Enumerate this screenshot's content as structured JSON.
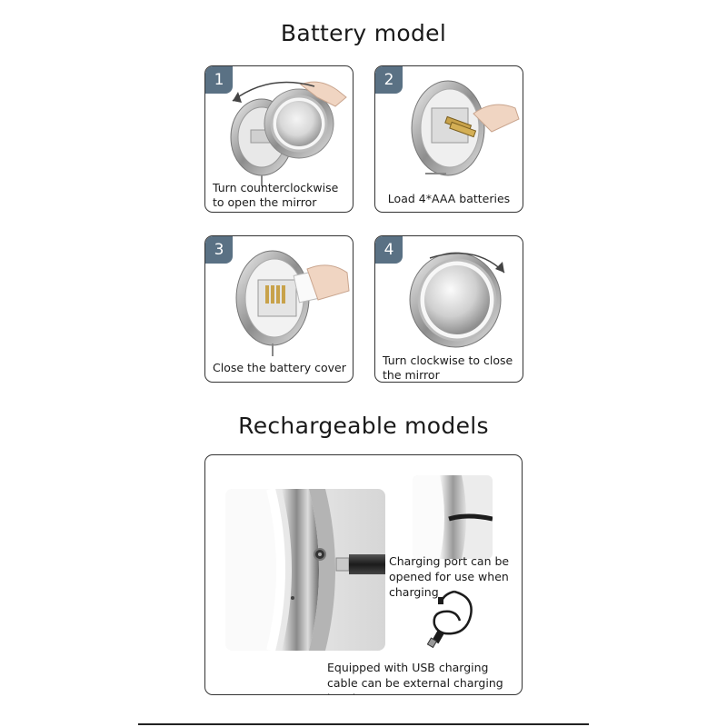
{
  "sections": {
    "battery_title": "Battery model",
    "rechargeable_title": "Rechargeable models"
  },
  "steps": [
    {
      "number": "1",
      "caption": "Turn counterclockwise to open the mirror"
    },
    {
      "number": "2",
      "caption": "Load 4*AAA batteries"
    },
    {
      "number": "3",
      "caption": "Close the battery cover"
    },
    {
      "number": "4",
      "caption": "Turn clockwise to close the mirror"
    }
  ],
  "rechargeable": {
    "port_caption": "Charging port can be opened for use when charging",
    "cable_caption": "Equipped with USB charging cable can be external charging head"
  },
  "colors": {
    "badge": "#5a7184",
    "border": "#333333"
  }
}
